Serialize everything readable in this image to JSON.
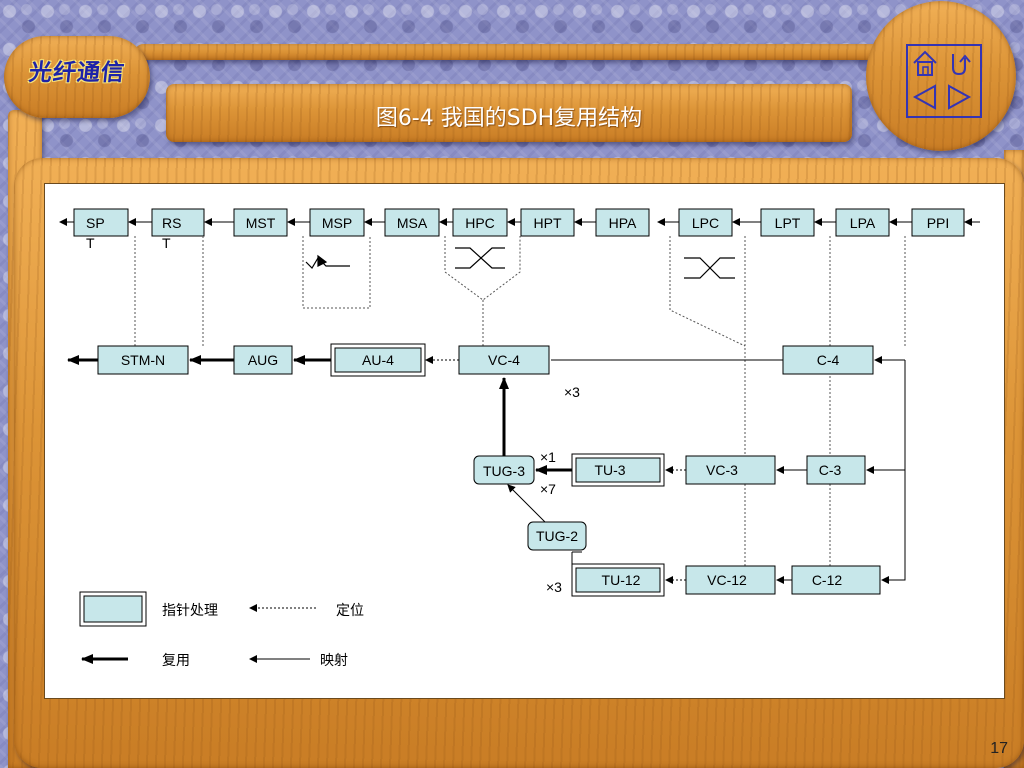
{
  "header": {
    "course_title": "光纤通信",
    "caption": "图6-4 我国的SDH复用结构"
  },
  "nav": {
    "home_icon": "home-icon",
    "return_icon": "return-icon",
    "prev_icon": "prev-triangle-icon",
    "next_icon": "next-triangle-icon"
  },
  "diagram": {
    "top_row": [
      {
        "id": "spt",
        "label": "SP"
      },
      {
        "id": "rst",
        "label": "RS"
      },
      {
        "id": "mst",
        "label": "MST"
      },
      {
        "id": "msp",
        "label": "MSP"
      },
      {
        "id": "msa",
        "label": "MSA"
      },
      {
        "id": "hpc",
        "label": "HPC"
      },
      {
        "id": "hpt",
        "label": "HPT"
      },
      {
        "id": "hpa",
        "label": "HPA"
      },
      {
        "id": "lpc",
        "label": "LPC"
      },
      {
        "id": "lpt",
        "label": "LPT"
      },
      {
        "id": "lpa",
        "label": "LPA"
      },
      {
        "id": "ppi",
        "label": "PPI"
      }
    ],
    "spt_wrap": "T",
    "rst_wrap": "T",
    "mux_row": {
      "stm_n": "STM-N",
      "aug": "AUG",
      "au4": "AU-4",
      "vc4": "VC-4",
      "c4": "C-4"
    },
    "tu3_row": {
      "tug3": "TUG-3",
      "tu3": "TU-3",
      "vc3": "VC-3",
      "c3": "C-3"
    },
    "tug2": "TUG-2",
    "tu12_row": {
      "tu12": "TU-12",
      "vc12": "VC-12",
      "c12": "C-12"
    },
    "multipliers": {
      "vc4_x3": "×3",
      "tug3_x1": "×1",
      "tug3_x7": "×7",
      "tu12_x3": "×3"
    }
  },
  "legend": {
    "pointer_processing": "指针处理",
    "alignment": "定位",
    "multiplexing": "复用",
    "mapping": "映射"
  },
  "page_number": "17",
  "colors": {
    "box_fill": "#c7e7ea",
    "caption_text": "#ffffff",
    "title_text": "#1d23a8",
    "nav_color": "#3434b4"
  }
}
